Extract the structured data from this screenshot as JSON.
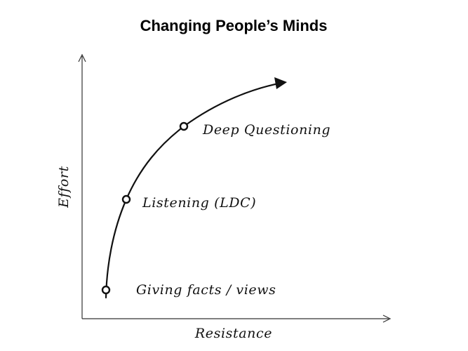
{
  "title": "Changing People’s Minds",
  "axes": {
    "x_label": "Resistance",
    "y_label": "Effort"
  },
  "points": [
    {
      "label": "Giving facts / views"
    },
    {
      "label": "Listening (LDC)"
    },
    {
      "label": "Deep Questioning"
    }
  ]
}
